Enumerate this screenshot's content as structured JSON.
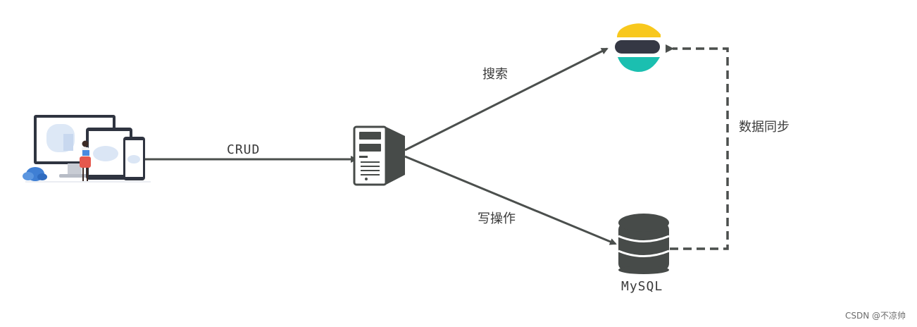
{
  "diagram": {
    "edges": {
      "crud": "CRUD",
      "search": "搜索",
      "write": "写操作",
      "sync": "数据同步"
    },
    "nodes": {
      "client": {
        "icon": "devices-illustration-icon"
      },
      "server": {
        "icon": "server-icon"
      },
      "elasticsearch": {
        "icon": "elasticsearch-logo-icon"
      },
      "mysql": {
        "label": "MySQL",
        "icon": "database-icon"
      }
    },
    "colors": {
      "line": "#4b4f4d",
      "es_yellow": "#f8c81d",
      "es_dark": "#353844",
      "es_teal": "#1bbfb0"
    }
  },
  "watermark": "CSDN @不凉帅"
}
